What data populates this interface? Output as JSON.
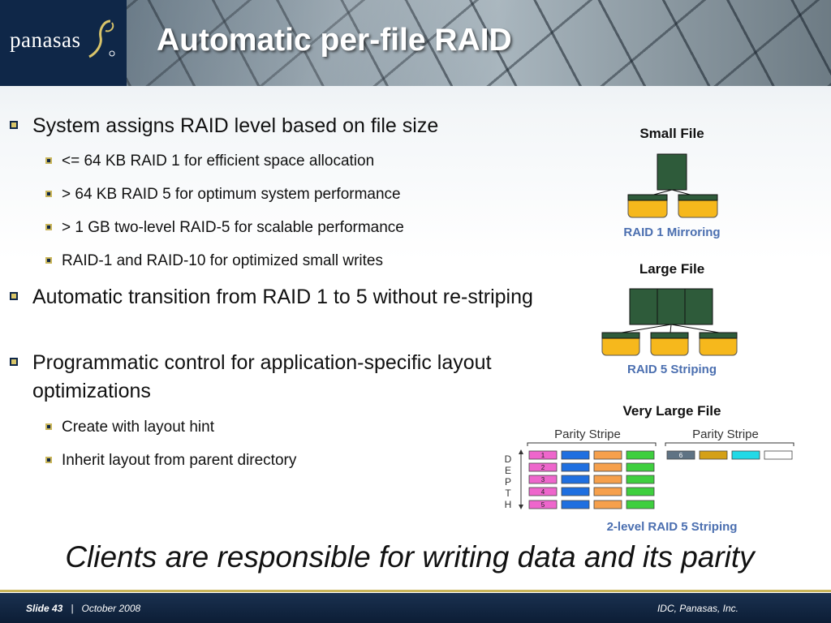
{
  "header": {
    "logo_text": "panasas",
    "title": "Automatic per-file RAID"
  },
  "bullets": [
    {
      "level": 1,
      "text": "System assigns RAID level based on file size"
    },
    {
      "level": 2,
      "text": "<= 64 KB RAID 1 for efficient space allocation"
    },
    {
      "level": 2,
      "text": "> 64 KB RAID 5 for optimum system performance"
    },
    {
      "level": 2,
      "text": "> 1 GB two-level RAID-5 for scalable performance"
    },
    {
      "level": 2,
      "text": "RAID-1 and RAID-10 for optimized small writes"
    },
    {
      "level": 1,
      "text": "Automatic transition from RAID 1 to 5 without re-striping"
    },
    {
      "level": 1,
      "text": "Programmatic control for application-specific layout optimizations"
    },
    {
      "level": 2,
      "text": "Create with layout hint"
    },
    {
      "level": 2,
      "text": "Inherit layout from parent directory"
    }
  ],
  "diagrams": {
    "small": {
      "title": "Small File",
      "caption": "RAID 1 Mirroring"
    },
    "large": {
      "title": "Large File",
      "caption": "RAID 5 Striping"
    },
    "very_large": {
      "title": "Very Large File",
      "stripe_labels": [
        "Parity Stripe",
        "Parity Stripe"
      ],
      "depth_letters": [
        "D",
        "E",
        "P",
        "T",
        "H"
      ],
      "row_numbers": [
        "1",
        "2",
        "3",
        "4",
        "5"
      ],
      "extra_number": "6",
      "caption": "2-level RAID 5 Striping"
    }
  },
  "tagline": "Clients are responsible for writing data and its parity",
  "footer": {
    "slide": "Slide 43",
    "separator": "|",
    "date": "October 2008",
    "credit": "IDC, Panasas, Inc."
  },
  "colors": {
    "navy": "#0f2748",
    "gold": "#c9b55a",
    "file_green": "#2e5b3a",
    "disk_gold": "#f6b81c",
    "caption_blue": "#4b6fb0",
    "pink": "#ee66cc",
    "blue": "#1f6fe0",
    "orange": "#f6a04c",
    "green": "#3ecf3e"
  }
}
